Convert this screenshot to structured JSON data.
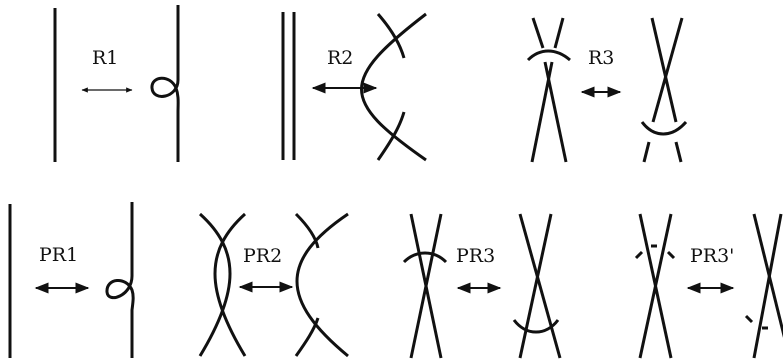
{
  "moves": [
    {
      "id": "r1",
      "label": "R1"
    },
    {
      "id": "r2",
      "label": "R2"
    },
    {
      "id": "r3",
      "label": "R3"
    },
    {
      "id": "pr1",
      "label": "PR1"
    },
    {
      "id": "pr2",
      "label": "PR2"
    },
    {
      "id": "pr3",
      "label": "PR3"
    },
    {
      "id": "pr3p",
      "label": "PR3'"
    }
  ]
}
